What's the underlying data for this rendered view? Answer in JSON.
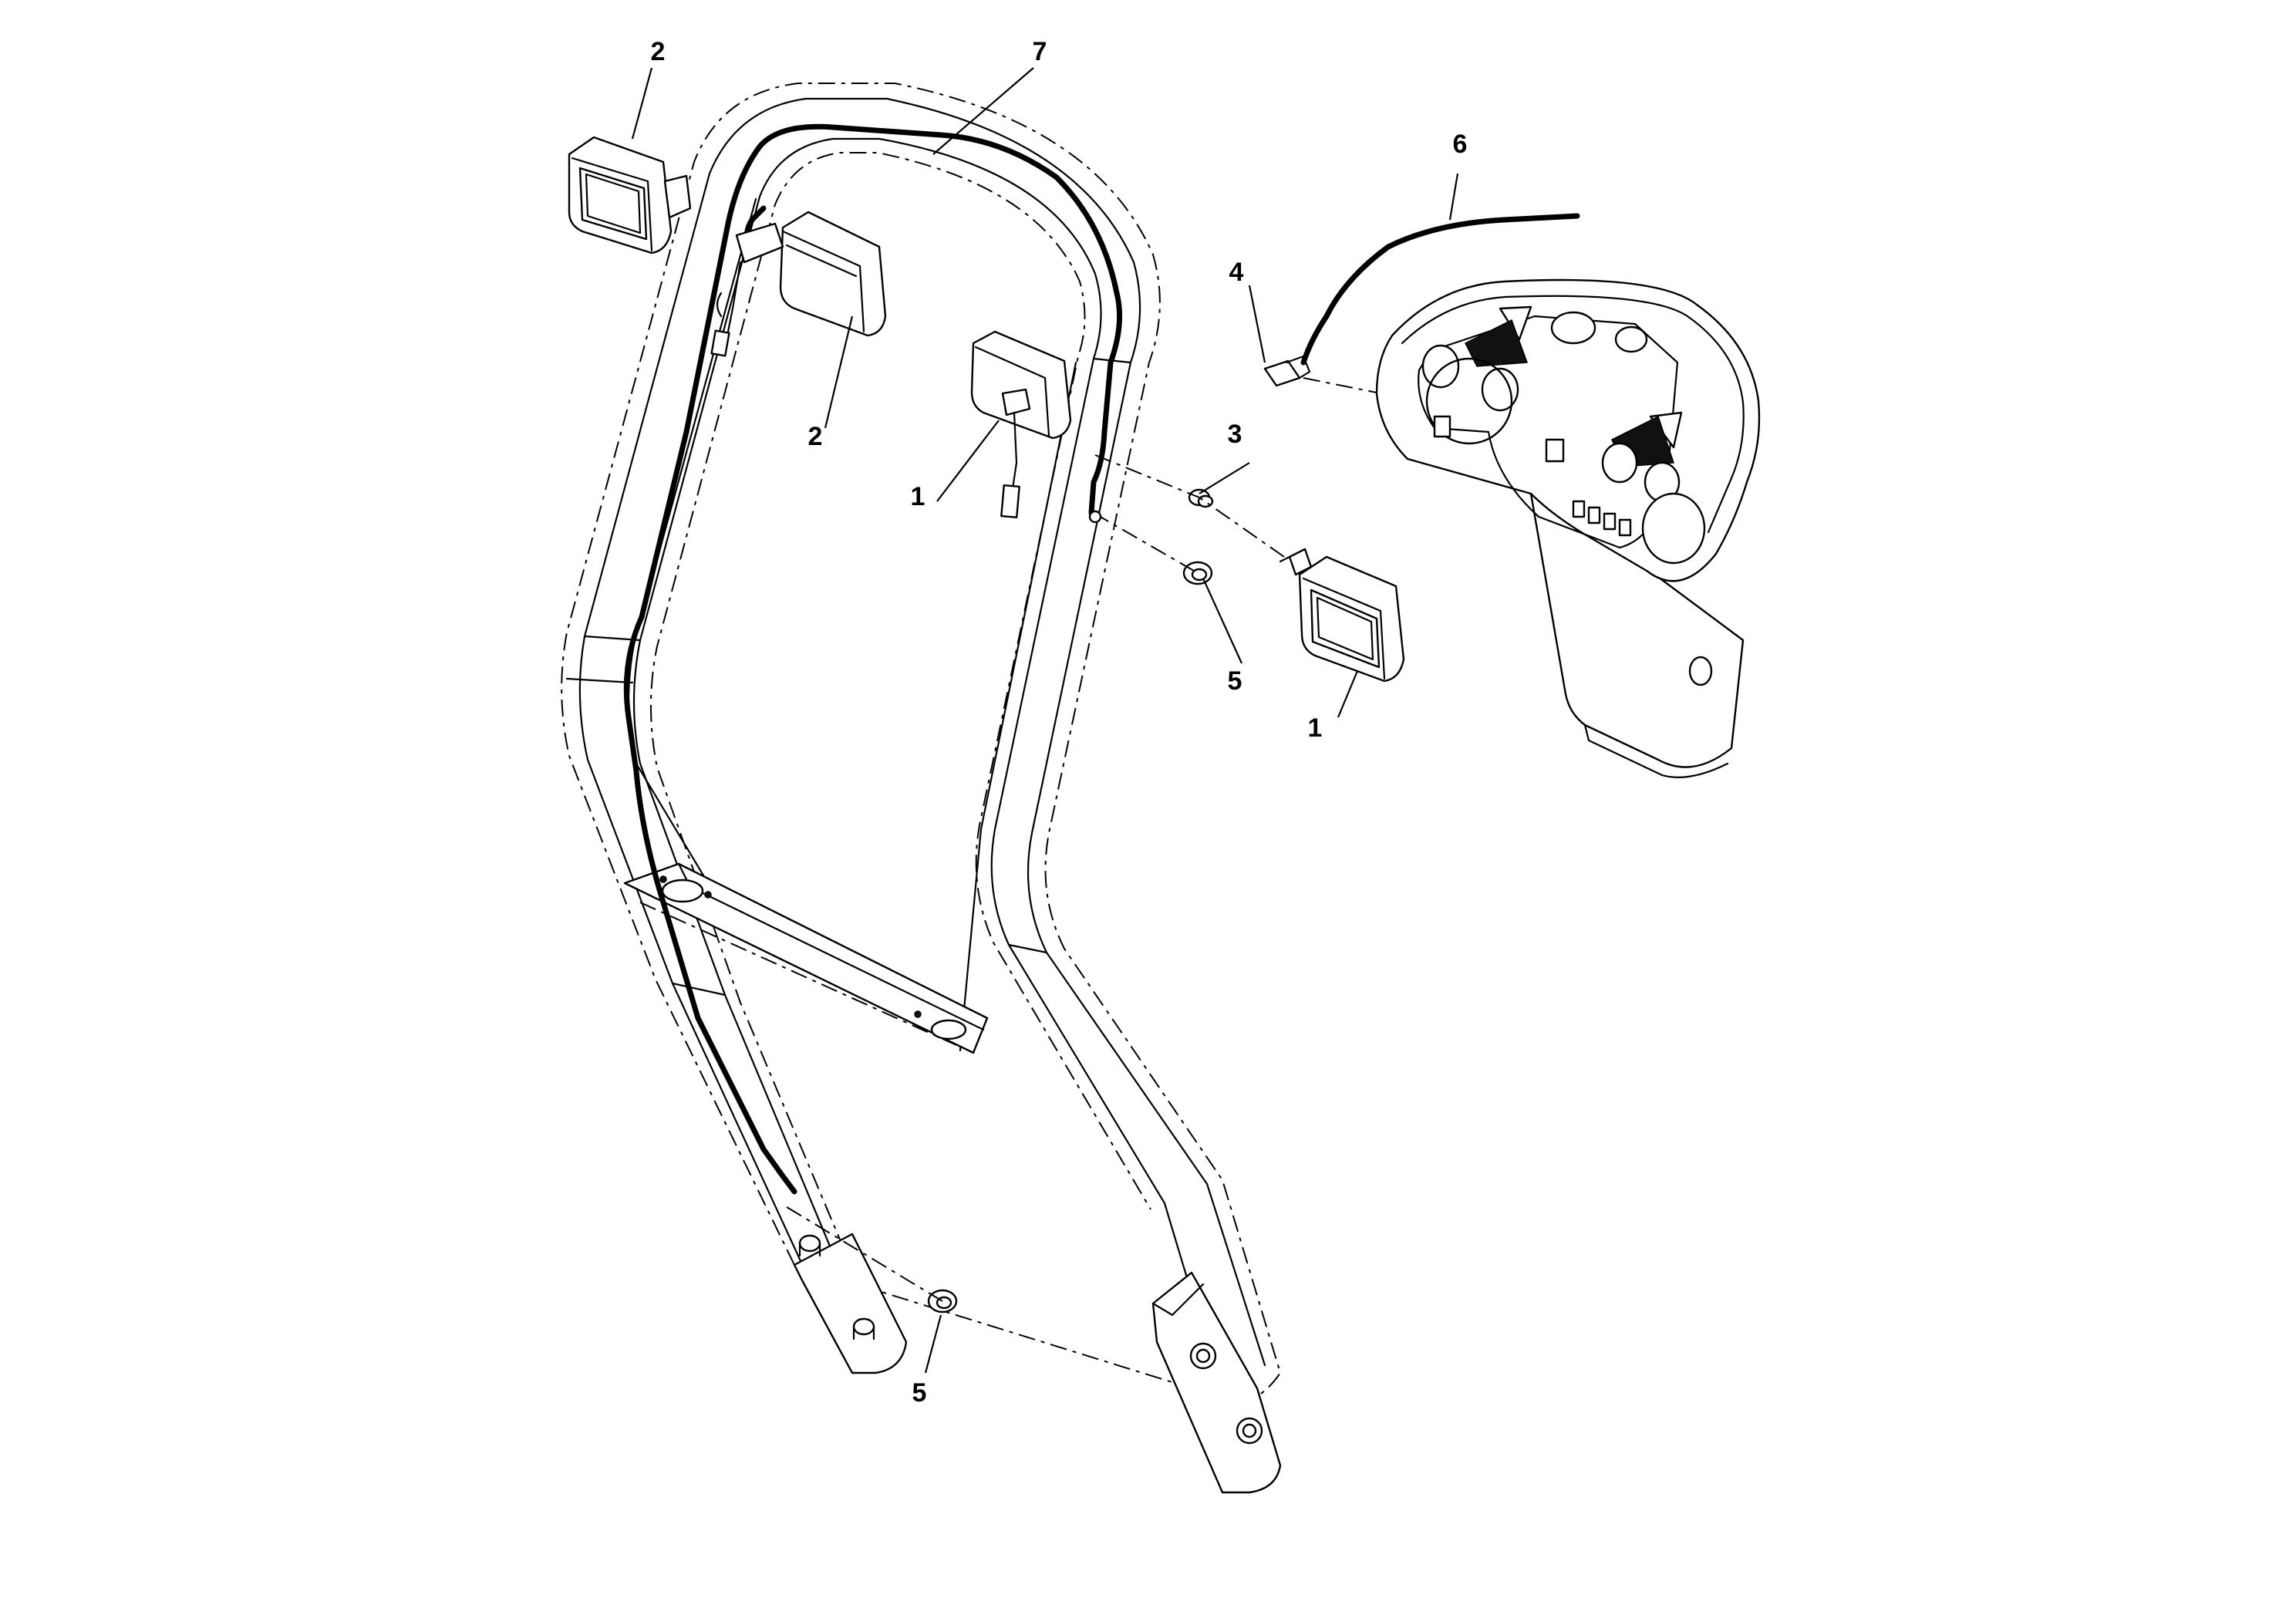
{
  "callouts": {
    "c1a": "1",
    "c1b": "1",
    "c2a": "2",
    "c2b": "2",
    "c3": "3",
    "c4": "4",
    "c5a": "5",
    "c5b": "5",
    "c6": "6",
    "c7": "7"
  }
}
